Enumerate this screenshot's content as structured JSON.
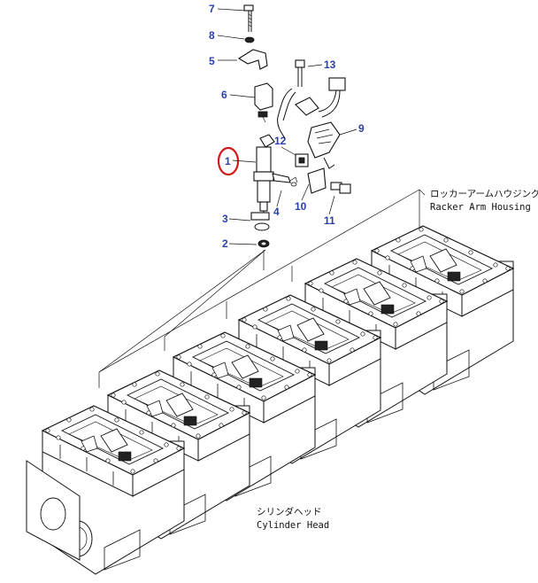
{
  "callouts": {
    "p1": "1",
    "p2": "2",
    "p3": "3",
    "p4": "4",
    "p5": "5",
    "p6": "6",
    "p7": "7",
    "p8": "8",
    "p9": "9",
    "p10": "10",
    "p11": "11",
    "p12": "12",
    "p13": "13"
  },
  "labels": {
    "rocker_jp": "ロッカーアームハウジング",
    "rocker_en": "Racker Arm Housing",
    "head_jp": "シリンダヘッド",
    "head_en": "Cylinder Head"
  },
  "highlight": {
    "callout": "1",
    "color": "#d01818"
  },
  "colors": {
    "callout_text": "#2a3fa8",
    "line": "#111111"
  }
}
